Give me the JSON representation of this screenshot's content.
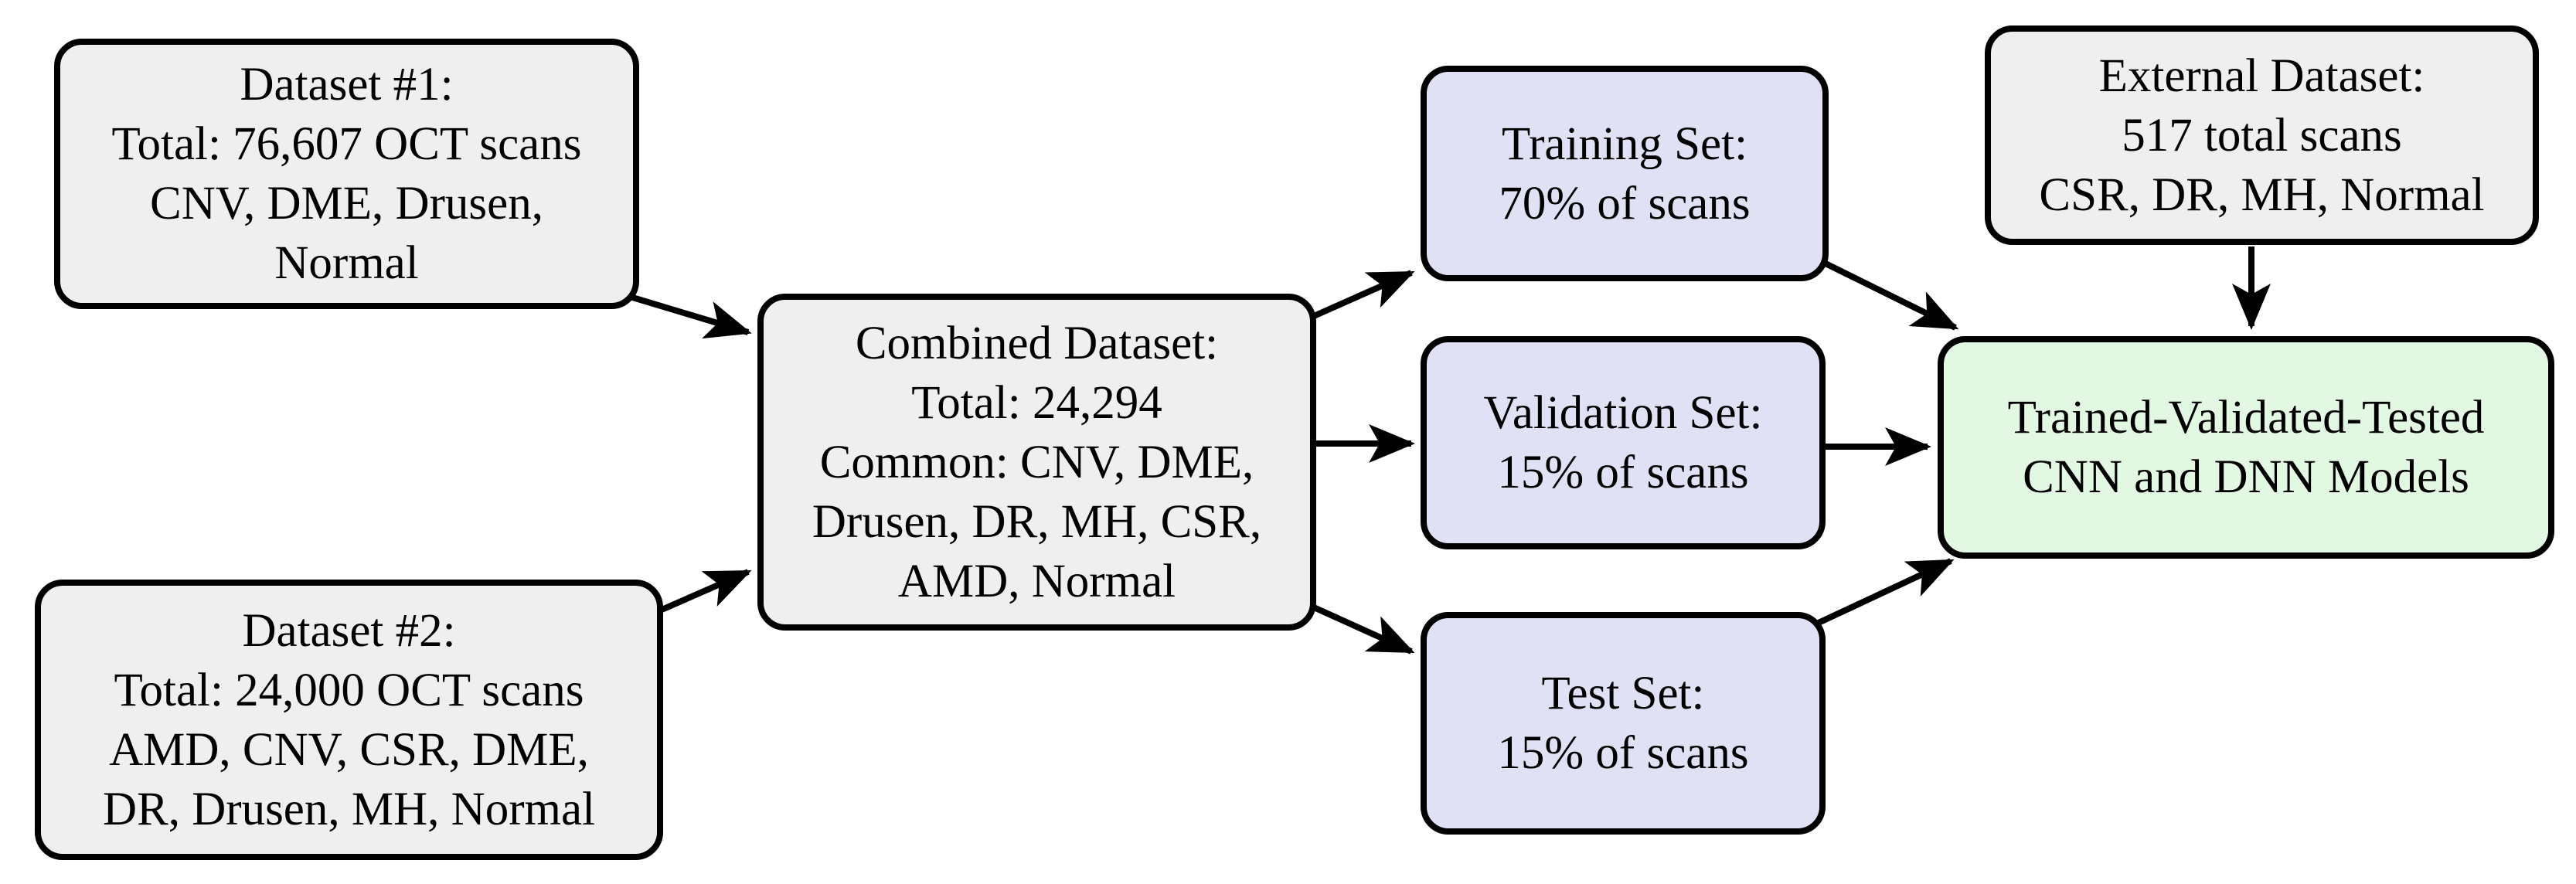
{
  "diagram": {
    "description": "Flowchart of OCT scan datasets combined, split into training/validation/test sets, producing trained CNN and DNN models evaluated with an external dataset"
  },
  "colors": {
    "background": "#ffffff",
    "node_gray": "#efefef",
    "node_lavender": "#e1e1f6",
    "node_green": "#e3f8e3",
    "border": "#000000",
    "arrow": "#000000"
  },
  "nodes": {
    "dataset1": {
      "lines": [
        "Dataset #1:",
        "Total: 76,607 OCT scans",
        "CNV, DME, Drusen,",
        "Normal"
      ]
    },
    "dataset2": {
      "lines": [
        "Dataset #2:",
        "Total: 24,000 OCT scans",
        "AMD, CNV, CSR, DME,",
        "DR, Drusen, MH, Normal"
      ]
    },
    "combined": {
      "lines": [
        "Combined Dataset:",
        "Total: 24,294",
        "Common: CNV, DME,",
        "Drusen, DR, MH, CSR,",
        "AMD, Normal"
      ]
    },
    "training": {
      "lines": [
        "Training Set:",
        "70% of scans"
      ]
    },
    "validation": {
      "lines": [
        "Validation Set:",
        "15% of scans"
      ]
    },
    "test": {
      "lines": [
        "Test Set:",
        "15% of scans"
      ]
    },
    "external": {
      "lines": [
        "External Dataset:",
        "517 total scans",
        "CSR, DR, MH, Normal"
      ]
    },
    "models": {
      "lines": [
        "Trained-Validated-Tested",
        "CNN and DNN Models"
      ]
    }
  },
  "edges": [
    {
      "from": "dataset1",
      "to": "combined"
    },
    {
      "from": "dataset2",
      "to": "combined"
    },
    {
      "from": "combined",
      "to": "training"
    },
    {
      "from": "combined",
      "to": "validation"
    },
    {
      "from": "combined",
      "to": "test"
    },
    {
      "from": "training",
      "to": "models"
    },
    {
      "from": "validation",
      "to": "models"
    },
    {
      "from": "test",
      "to": "models"
    },
    {
      "from": "external",
      "to": "models"
    }
  ]
}
